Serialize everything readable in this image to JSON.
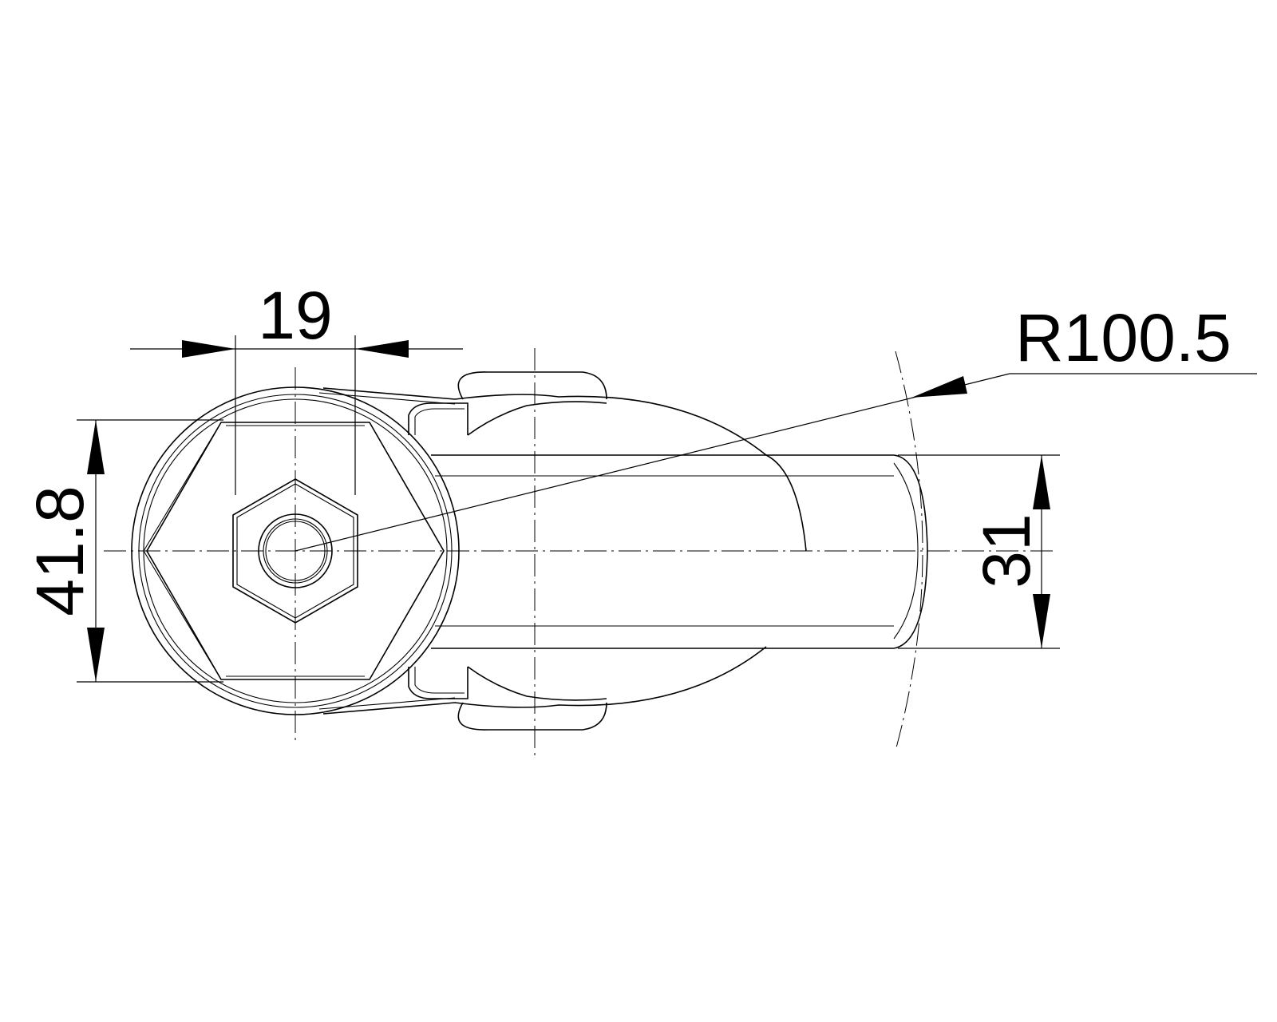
{
  "dimensions": {
    "hex_across_flats": "19",
    "body_height": "41.8",
    "spout_width": "31",
    "spout_radius": "R100.5"
  }
}
